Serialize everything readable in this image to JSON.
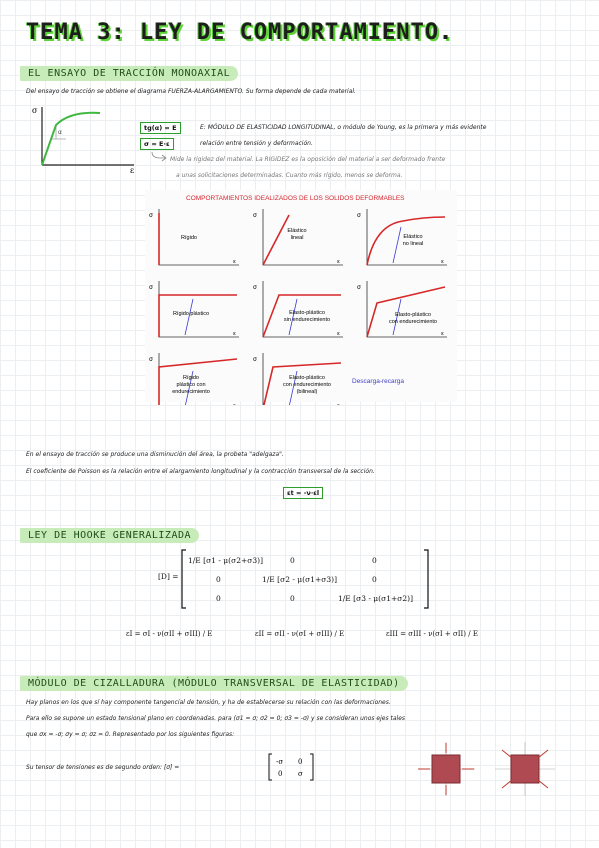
{
  "title": "TEMA 3: LEY DE COMPORTAMIENTO.",
  "section1": {
    "heading": "EL ENSAYO DE TRACCIÓN MONOAXIAL",
    "intro": "Del ensayo de tracción se obtiene el diagrama FUERZA-ALARGAMIENTO. Su forma depende de cada material.",
    "box1": "tg(α) = E",
    "box2": "σ = E·ε",
    "text_a": "E: MÓDULO DE ELASTICIDAD LONGITUDINAL, o módulo de Young, es la primera y más evidente",
    "text_b": "relación entre tensión y deformación.",
    "text_c": "Mide la rigidez del material. La RIGIDEZ es la oposición del material a ser deformado frente",
    "text_d": "a unas solicitaciones determinadas. Cuanto más rígido, menos se deforma.",
    "sigma": "σ",
    "eps": "ε",
    "alpha": "α"
  },
  "chart_data": {
    "type": "diagram",
    "title": "COMPORTAMIENTOS IDEALIZADOS DE LOS SOLIDOS DEFORMABLES",
    "panels": [
      {
        "label": "Rígido"
      },
      {
        "label": "Elástico\nlineal"
      },
      {
        "label": "Elástico\nno lineal"
      },
      {
        "label": "Rígido plástico"
      },
      {
        "label": "Elasto-plástico\nsin endurecimiento"
      },
      {
        "label": "Elasto-plástico\ncon endurecimiento"
      },
      {
        "label": "Rígido\nplástico con\nendurecimiento"
      },
      {
        "label": "Elasto-plástico\ncon endurecimiento\n(bilineal)"
      }
    ],
    "extra_label": "Descarga-recarga",
    "axis_y": "σ",
    "axis_x": "ε"
  },
  "section1b": {
    "line1": "En el ensayo de tracción se produce una disminución del área, la probeta \"adelgaza\".",
    "line2": "El coeficiente de Poisson es la relación entre el alargamiento longitudinal y la contracción transversal de la sección.",
    "box": "εt = -ν·εl"
  },
  "section2": {
    "heading": "LEY DE HOOKE GENERALIZADA",
    "matrix_label": "[D] =",
    "row1": [
      "1/E [σ1 - μ(σ2+σ3)]",
      "0",
      "0"
    ],
    "row2": [
      "0",
      "1/E [σ2 - μ(σ1+σ3)]",
      "0"
    ],
    "row3": [
      "0",
      "0",
      "1/E [σ3 - μ(σ1+σ2)]"
    ],
    "eq1": "εI = σI - ν(σII + σIII) / E",
    "eq2": "εII = σII - ν(σI + σIII) / E",
    "eq3": "εIII = σIII - ν(σI + σII) / E"
  },
  "section3": {
    "heading": "MÓDULO DE CIZALLADURA (MÓDULO TRANSVERSAL DE ELASTICIDAD)",
    "line1": "Hay planos en los que sí hay componente tangencial de tensión, y ha de establecerse su relación con las deformaciones.",
    "line2": "Para ello se supone un estado tensional plano en coordenadas. para (σ1 = σ; σ2 = 0; σ3 = -σ) y se consideran unos ejes tales",
    "line3": "que σx = -σ; σy = σ; σz = 0. Representado por los siguientes figuras:",
    "line4": "Su tensor de tensiones es de segundo orden: [σ] =",
    "tensor": [
      [
        "-σ",
        "0"
      ],
      [
        "0",
        "σ"
      ]
    ]
  }
}
